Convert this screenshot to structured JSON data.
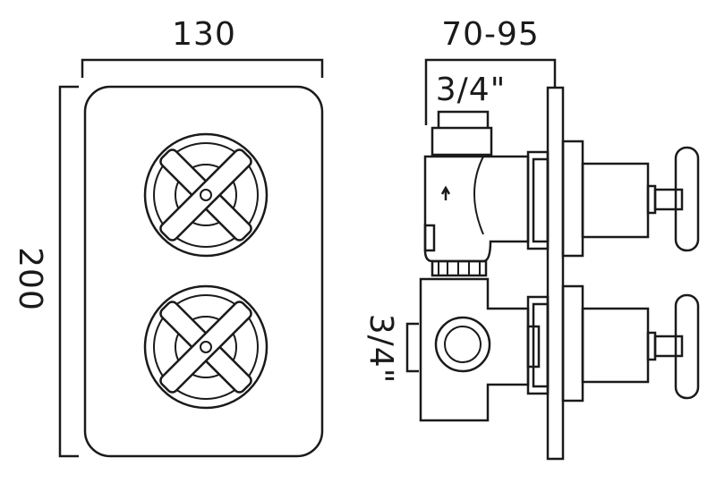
{
  "dimensions": {
    "front_width": "130",
    "front_height": "200",
    "side_depth": "70-95",
    "inlet_top": "3/4\"",
    "outlet_side": "3/4\""
  }
}
